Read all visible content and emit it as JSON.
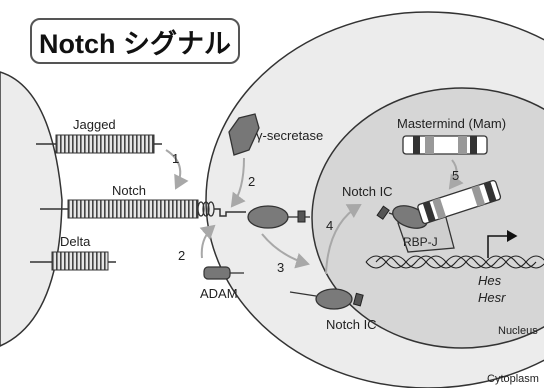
{
  "title": "Notch シグナル",
  "labels": {
    "jagged": "Jagged",
    "notch": "Notch",
    "delta": "Delta",
    "gamma_secretase": "γ-secretase",
    "adam": "ADAM",
    "notch_ic_nucleus": "Notch IC",
    "notch_ic_cytoplasm": "Notch IC",
    "mastermind": "Mastermind (Mam)",
    "rbpj": "RBP-J",
    "hes": "Hes",
    "hesr": "Hesr",
    "nucleus": "Nucleus",
    "cytoplasm": "Cytoplasm"
  },
  "steps": [
    "1",
    "2",
    "2",
    "3",
    "4",
    "5"
  ],
  "colors": {
    "cell_fill": "#ececec",
    "nucleus_fill": "#d6d6d6",
    "outline": "#333333",
    "protein": "#7a7a7a",
    "arrow": "#a8a8a8"
  }
}
